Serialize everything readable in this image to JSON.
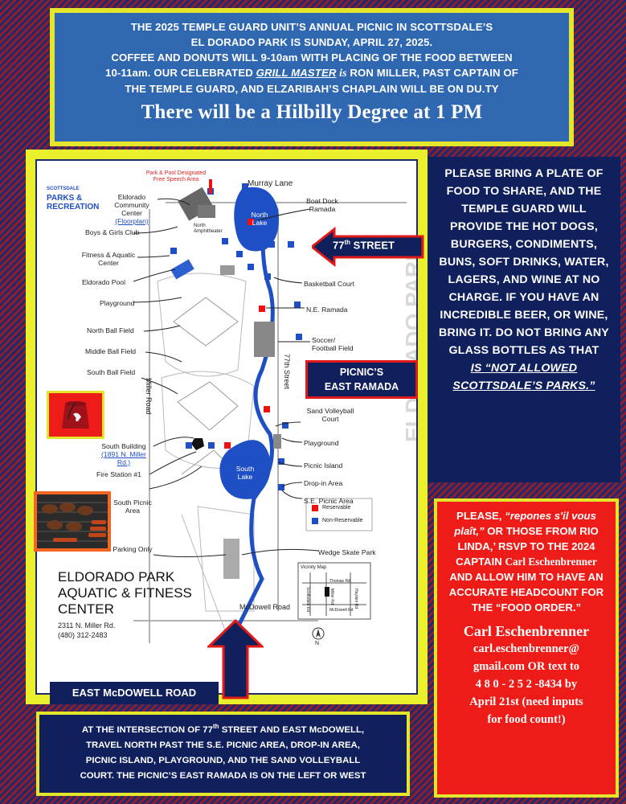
{
  "banner": {
    "lines": [
      "THE 2025 TEMPLE GUARD UNIT’S ANNUAL PICNIC IN SCOTTSDALE’S",
      "EL DORADO PARK IS SUNDAY, APRIL 27, 2025.",
      "COFFEE AND DONUTS WILL 9-10am WITH PLACING OF THE FOOD BETWEEN"
    ],
    "line4_pre": "10-11am. OUR CELEBRATED ",
    "grill_master": "GRILL MASTER",
    "is_word": " is",
    "line4_post": " RON MILLER, PAST CAPTAIN OF",
    "line5": "THE TEMPLE GUARD,  AND  ELZARIBAH’S CHAPLAIN WILL BE ON DU.TY",
    "degree": "There will be a Hilbilly Degree at 1 PM"
  },
  "right_panel": {
    "text": "PLEASE BRING A PLATE OF FOOD TO SHARE, AND THE TEMPLE GUARD WILL PROVIDE THE HOT DOGS, BURGERS, CONDIMENTS, BUNS, SOFT DRINKS, WATER, LAGERS, AND WINE AT NO CHARGE. IF YOU HAVE AN INCREDIBLE BEER, OR WINE, BRING IT. DO NOT BRING ANY GLASS BOTTLES AS THAT",
    "warning": "IS “NOT ALLOWED SCOTTSDALE’S PARKS.”"
  },
  "rsvp": {
    "please": "PLEASE, ",
    "repones": "“repones s'il vous plaît,”",
    "or_those": " OR THOSE FROM RIO LINDA,’ RSVP TO THE 2024 CAPTAIN ",
    "captain_serif": "Carl  Eschenbrenner",
    "allow": " AND ALLOW HIM TO HAVE AN ACCURATE HEADCOUNT FOR THE “FOOD ORDER.”",
    "contact_name": "Carl Eschenbrenner",
    "email_1": "carl.eschenbrenner@",
    "email_2": "gmail.com   OR text to",
    "phone": "4 8 0 - 2 5 2 -8434   by",
    "deadline_1": "April 21st (need inputs",
    "deadline_2": "for food count!)"
  },
  "arrows": {
    "street77_main": "77",
    "street77_sup": "th",
    "street77_rest": " STREET",
    "picnic_1": "PICNIC’S",
    "picnic_2": "EAST RAMADA",
    "mcdowell": "EAST McDOWELL ROAD"
  },
  "directions": {
    "line1_pre": "AT THE INTERSECTION OF 77",
    "line1_sup": "th",
    "line1_post": " STREET AND EAST McDOWELL,",
    "line2": "TRAVEL NORTH PAST THE S.E. PICNIC AREA, DROP-IN AREA,",
    "line3": "PICNIC ISLAND, PLAYGROUND, AND THE SAND VOLLEYBALL",
    "line4": "COURT. THE  PICNIC’S  EAST RAMADA IS ON THE LEFT OR WEST"
  },
  "map": {
    "brand_1": "PARKS &",
    "brand_2": "RECREATION",
    "brand_small": "SCOTTSDALE",
    "watermark": "ELDORADO PARK",
    "free_speech": "Park & Pool Designated Free Speech Area",
    "murray_lane": "Murray Lane",
    "mcdowell_road": "McDowell Road",
    "miller_road": "Miller Road",
    "street_77": "77th Street",
    "north_lake": "North Lake",
    "south_lake": "South Lake",
    "north_amph": "North Amphitheater",
    "labels_left": [
      "Eldorado Community Center",
      "(Floorplan)",
      "Boys & Girls Club",
      "Fitness & Aquatic Center",
      "Eldorado Pool",
      "Playground",
      "North Ball Field",
      "Middle Ball Field",
      "South Ball Field",
      "South Building",
      "(1891 N. Miller Rd.)",
      "Fire Station #1",
      "South Picnic Area",
      "Event Parking Only"
    ],
    "labels_right": [
      "Boat Dock Ramada",
      "Basketball Court",
      "N.E. Ramada",
      "Soccer/ Football Field",
      "Sand Volleyball Court",
      "Playground",
      "Picnic Island",
      "Drop-in Area",
      "S.E. Picnic Area",
      "Wedge Skate Park"
    ],
    "legend_reservable": "Reservable",
    "legend_nonreservable": "Non-Reservable",
    "vicinity_title": "Vicinity Map",
    "vicinity_streets": [
      "Thomas Rd",
      "Miller Rd",
      "Hayden Rd",
      "Scottsdale Rd",
      "McDowell Rd"
    ],
    "park_name_1": "ELDORADO PARK",
    "park_name_2": "AQUATIC & FITNESS",
    "park_name_3": "CENTER",
    "address": "2311 N. Miller Rd.",
    "phone": "(480) 312-2483",
    "north_mark": "N"
  },
  "colors": {
    "navy": "#10205c",
    "yellow": "#e3e62a",
    "red": "#ee1c18",
    "banner_blue": "#2f67b0"
  }
}
